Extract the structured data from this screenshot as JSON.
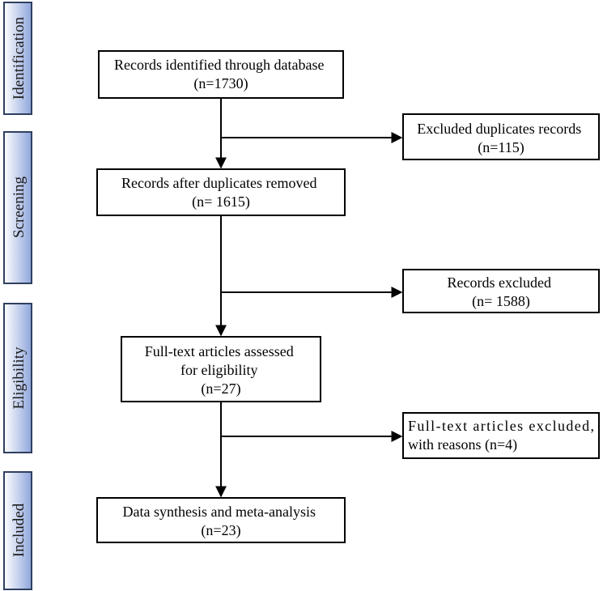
{
  "stages": [
    {
      "label": "Identification"
    },
    {
      "label": "Screening"
    },
    {
      "label": "Eligibility"
    },
    {
      "label": "Included"
    }
  ],
  "main_boxes": [
    {
      "lines": [
        "Records identified through database",
        "(n=1730)"
      ]
    },
    {
      "lines": [
        "Records after duplicates removed",
        "(n= 1615)"
      ]
    },
    {
      "lines": [
        "Full-text articles assessed",
        "for eligibility",
        "(n=27)"
      ]
    },
    {
      "lines": [
        "Data synthesis and meta-analysis",
        "(n=23)"
      ]
    }
  ],
  "side_boxes": [
    {
      "lines": [
        "Excluded duplicates records",
        "(n=115)"
      ]
    },
    {
      "lines": [
        "Records excluded",
        "(n= 1588)"
      ]
    },
    {
      "lines": [
        "Full-text articles excluded,",
        "with reasons (n=4)"
      ]
    }
  ],
  "colors": {
    "stage_fill_light": "#ffffff",
    "stage_fill_dark": "#8fa6dc",
    "stage_border": "#2f3f5e",
    "line": "#000000"
  }
}
